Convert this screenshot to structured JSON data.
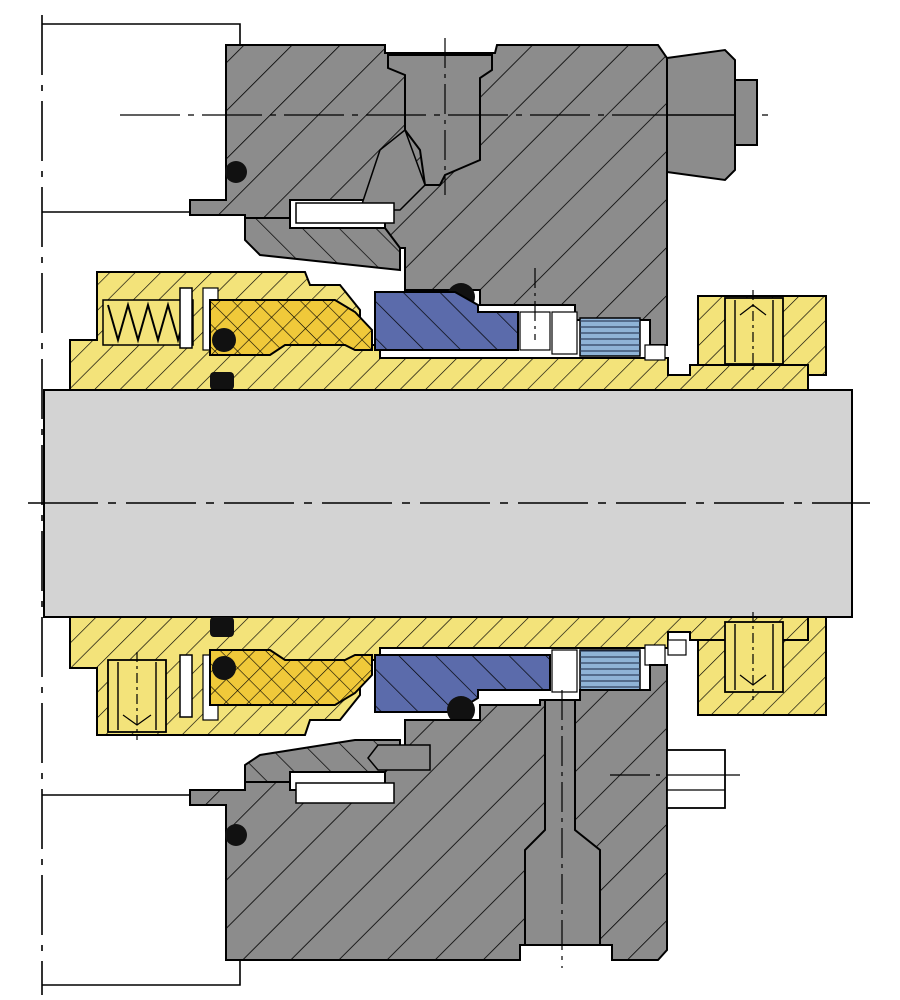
{
  "colors": {
    "housing": "#8c8c8c",
    "shaft": "#d3d3d3",
    "sleeve": "#f3e37a",
    "seal_face": "#f0c93a",
    "stationary_ring": "#5b6bab",
    "spring_pack": "#8fb3d6",
    "oring": "#111111",
    "outline": "#000000",
    "background": "#ffffff"
  },
  "parts": [
    "shaft",
    "seal-housing",
    "gland-plate",
    "shaft-sleeve",
    "rotating-seal-ring",
    "stationary-seal-ring",
    "spring",
    "spring-stack",
    "drive-collar",
    "set-screw",
    "hex-bolt",
    "o-ring"
  ]
}
